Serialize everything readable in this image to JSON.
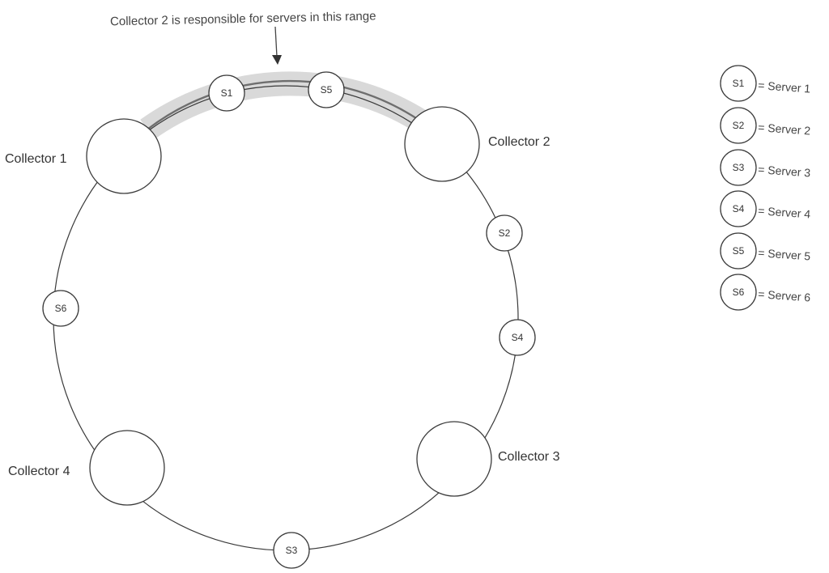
{
  "annotation": "Collector 2 is responsible for servers in this range",
  "collectors": [
    {
      "id": "c1",
      "label": "Collector 1"
    },
    {
      "id": "c2",
      "label": "Collector 2"
    },
    {
      "id": "c3",
      "label": "Collector 3"
    },
    {
      "id": "c4",
      "label": "Collector 4"
    }
  ],
  "servers": [
    {
      "id": "s1",
      "label": "S1"
    },
    {
      "id": "s5",
      "label": "S5"
    },
    {
      "id": "s2",
      "label": "S2"
    },
    {
      "id": "s4",
      "label": "S4"
    },
    {
      "id": "s3",
      "label": "S3"
    },
    {
      "id": "s6",
      "label": "S6"
    }
  ],
  "legend": [
    {
      "symbol": "S1",
      "text": "= Server 1"
    },
    {
      "symbol": "S2",
      "text": "= Server 2"
    },
    {
      "symbol": "S3",
      "text": "= Server 3"
    },
    {
      "symbol": "S4",
      "text": "= Server 4"
    },
    {
      "symbol": "S5",
      "text": "= Server 5"
    },
    {
      "symbol": "S6",
      "text": "= Server 6"
    }
  ]
}
